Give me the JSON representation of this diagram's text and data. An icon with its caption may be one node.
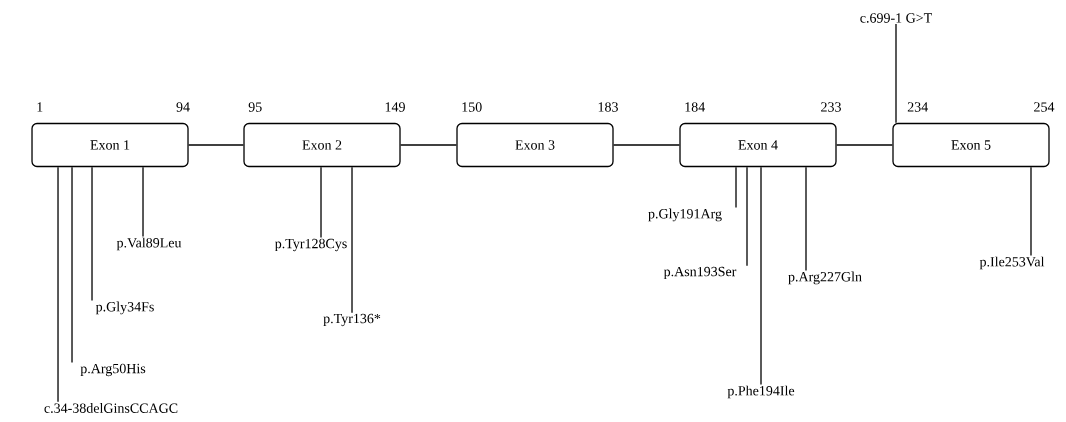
{
  "diagram": {
    "nodes": [
      {
        "text": [
          "Exon 1"
        ],
        "beside": [
          "1",
          "94"
        ]
      },
      {
        "text": [
          "Exon 2"
        ],
        "beside": [
          "95",
          "149"
        ]
      },
      {
        "text": [
          "Exon 3"
        ],
        "beside": [
          "150",
          "183"
        ]
      },
      {
        "text": [
          "Exon 4"
        ],
        "beside": [
          "184",
          "233"
        ]
      },
      {
        "text": [
          "Exon 5"
        ],
        "beside": [
          "234",
          "254"
        ]
      },
      {
        "text": [
          "c.699-1 G>T"
        ]
      },
      {
        "text": [
          "p.Val89Leu"
        ]
      },
      {
        "text": [
          "p.Tyr128Cys"
        ]
      },
      {
        "text": [
          "p.Gly191Arg"
        ]
      },
      {
        "text": [
          "p.Ile253Val"
        ]
      },
      {
        "text": [
          "p.Asn193Ser"
        ]
      },
      {
        "text": [
          "p.Arg227Gln"
        ]
      },
      {
        "text": [
          "p.Gly34Fs"
        ]
      },
      {
        "text": [
          "p.Tyr136*"
        ]
      },
      {
        "text": [
          "p.Arg50His"
        ]
      },
      {
        "text": [
          "p.Phe194Ile"
        ]
      },
      {
        "text": [
          "c.34-38delGinsCCAGC"
        ]
      }
    ],
    "edges": [
      {
        "from": 0,
        "to": 1,
        "arrow": "none"
      },
      {
        "from": 1,
        "to": 2,
        "arrow": "none"
      },
      {
        "from": 2,
        "to": 3,
        "arrow": "none"
      },
      {
        "from": 3,
        "to": 4,
        "arrow": "none"
      },
      {
        "from": 5,
        "to": 4,
        "arrow": "none"
      },
      {
        "from": 6,
        "to": 0,
        "arrow": "none"
      },
      {
        "from": 7,
        "to": 1,
        "arrow": "none"
      },
      {
        "from": 8,
        "to": 3,
        "arrow": "none"
      },
      {
        "from": 9,
        "to": 4,
        "arrow": "none"
      },
      {
        "from": 10,
        "to": 3,
        "arrow": "none"
      },
      {
        "from": 11,
        "to": 3,
        "arrow": "none"
      },
      {
        "from": 12,
        "to": 0,
        "arrow": "none"
      },
      {
        "from": 13,
        "to": 1,
        "arrow": "none"
      },
      {
        "from": 14,
        "to": 0,
        "arrow": "none"
      },
      {
        "from": 15,
        "to": 3,
        "arrow": "none"
      },
      {
        "from": 16,
        "to": 0,
        "arrow": "none"
      }
    ]
  }
}
